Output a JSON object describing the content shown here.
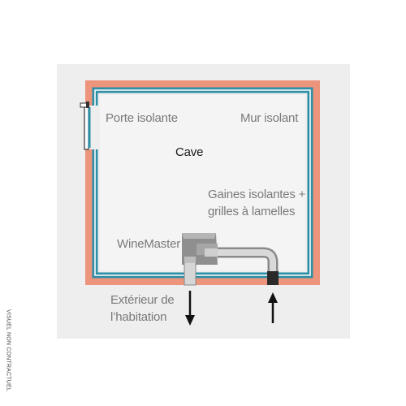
{
  "labels": {
    "porte": "Porte isolante",
    "mur": "Mur isolant",
    "cave": "Cave",
    "gaines": "Gaines isolantes +\ngrilles à lamelles",
    "winemaster": "WineMaster",
    "exterieur": "Extérieur de\nl’habitation"
  },
  "disclaimer": "VISUEL NON CONTRACTUEL",
  "colors": {
    "insulation": "#ec957c",
    "wall_line": "#2f8fa6",
    "panel_bg": "#eeeeef",
    "room_bg": "#f4f4f5",
    "label_text": "#7a7a7a"
  },
  "icons": [
    "door-hinge-icon",
    "down-arrow-icon",
    "up-arrow-icon",
    "winemaster-unit-icon"
  ]
}
